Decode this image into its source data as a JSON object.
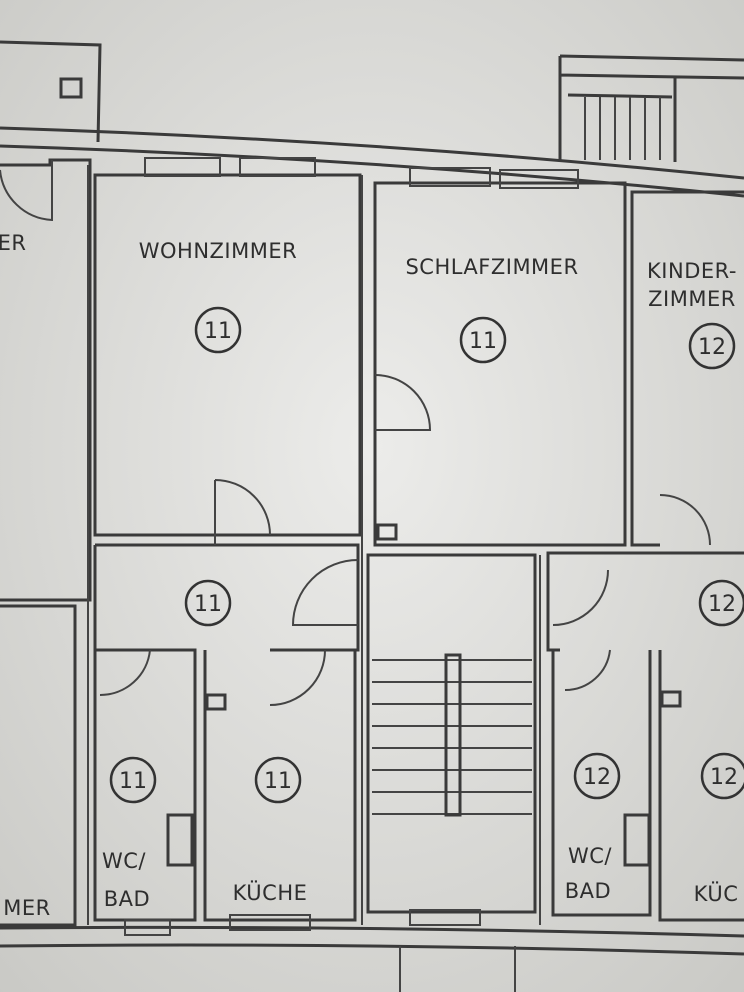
{
  "title": "Grundriss",
  "colors": {
    "paper": "#e2e2de",
    "ink": "#3a3a3a"
  },
  "rooms": {
    "left_top": {
      "label": "ER"
    },
    "left_bottom": {
      "label": "MER"
    },
    "wohnzimmer": {
      "label": "WOHNZIMMER",
      "number": "11"
    },
    "schlafzimmer": {
      "label": "SCHLAFZIMMER",
      "number": "11"
    },
    "kinderzimmer": {
      "label_line1": "KINDER-",
      "label_line2": "ZIMMER",
      "number": "12"
    },
    "flur_11": {
      "number": "11"
    },
    "flur_12": {
      "number": "12"
    },
    "bad_11": {
      "label_line1": "WC/",
      "label_line2": "BAD",
      "number": "11"
    },
    "kueche_11": {
      "label": "KÜCHE",
      "number": "11"
    },
    "bad_12": {
      "label_line1": "WC/",
      "label_line2": "BAD",
      "number": "12"
    },
    "kueche_12": {
      "label": "KÜC",
      "number": "12"
    }
  }
}
